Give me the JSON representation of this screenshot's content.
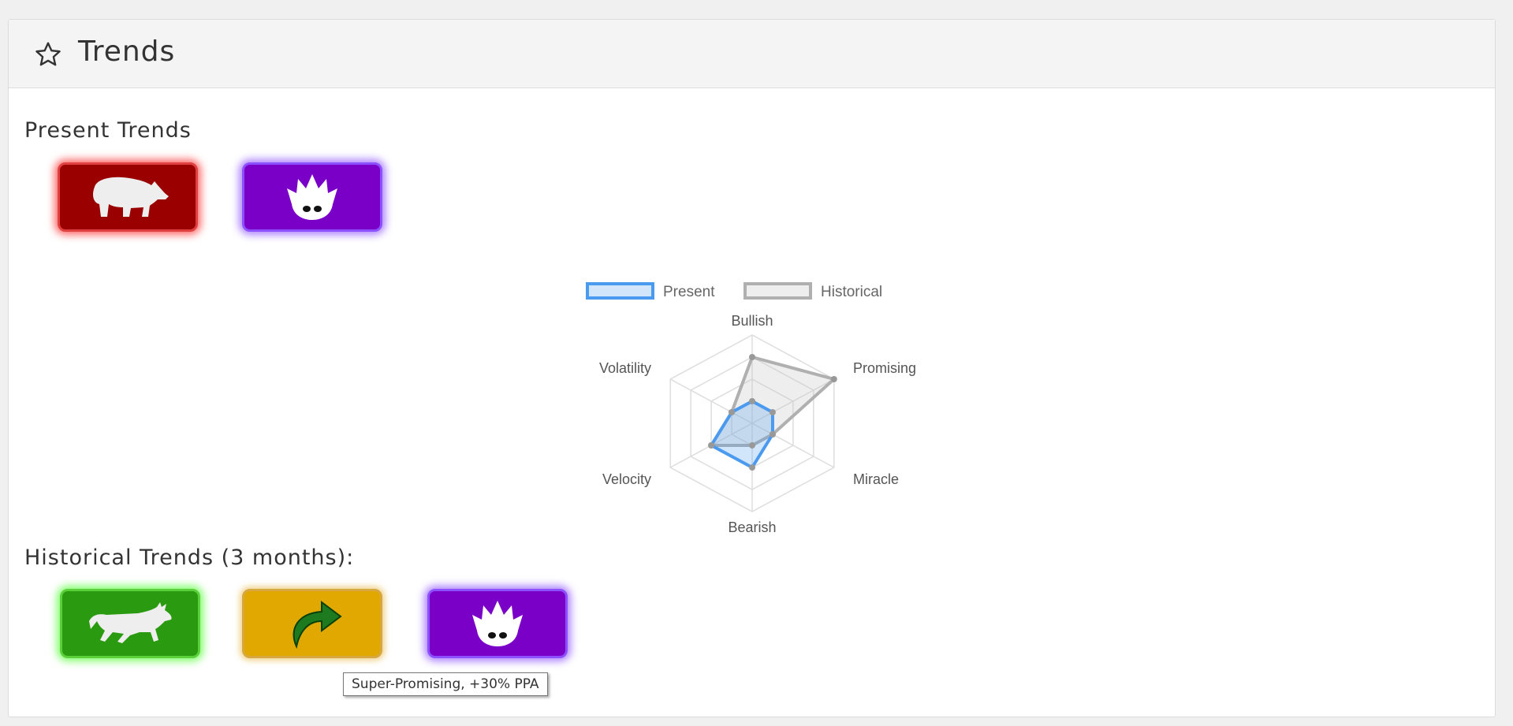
{
  "header": {
    "title": "Trends",
    "icon": "star-outline-icon"
  },
  "present": {
    "heading": "Present Trends",
    "badges": [
      {
        "name": "bearish",
        "icon": "bear-icon",
        "color": "#9a0000"
      },
      {
        "name": "super-promising",
        "icon": "lotus-flame-icon",
        "color": "#7a00c8"
      }
    ]
  },
  "historical": {
    "heading": "Historical Trends (3 months):",
    "badges": [
      {
        "name": "bullish",
        "icon": "bull-icon",
        "color": "#2a9a10"
      },
      {
        "name": "promising",
        "icon": "curved-arrow-icon",
        "color": "#e0a800"
      },
      {
        "name": "super-promising",
        "icon": "lotus-flame-icon",
        "color": "#7a00c8"
      }
    ]
  },
  "tooltip": "Super-Promising, +30% PPA",
  "chart_data": {
    "type": "radar",
    "axes": [
      "Bullish",
      "Promising",
      "Miracle",
      "Bearish",
      "Velocity",
      "Volatility"
    ],
    "range": [
      0,
      4
    ],
    "grid_rings": 4,
    "legend_position": "top",
    "series": [
      {
        "name": "Present",
        "values": [
          1,
          1,
          1,
          2,
          2,
          1
        ],
        "color": "#4a9af0",
        "fill": "rgba(74,154,240,0.25)"
      },
      {
        "name": "Historical",
        "values": [
          3,
          4,
          1,
          1,
          2,
          1
        ],
        "color": "#b0b0b0",
        "fill": "rgba(200,200,200,0.3)"
      }
    ]
  }
}
